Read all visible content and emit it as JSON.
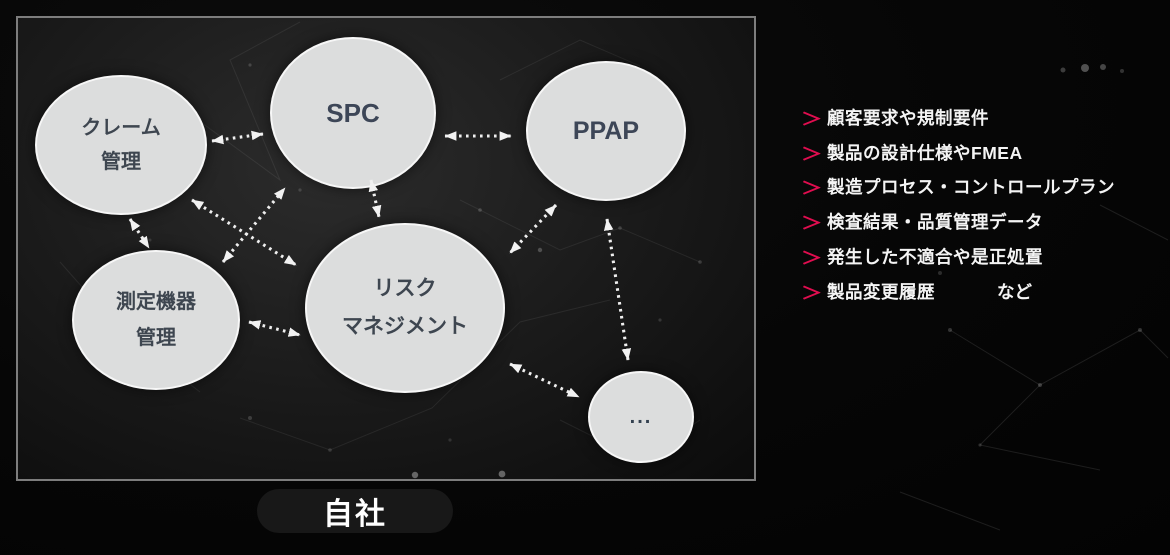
{
  "diagram": {
    "boundary_label": "自社",
    "nodes": [
      {
        "id": "claim",
        "label": "クレーム\n管理"
      },
      {
        "id": "spc",
        "label": "SPC"
      },
      {
        "id": "ppap",
        "label": "PPAP"
      },
      {
        "id": "risk",
        "label": "リスク\nマネジメント"
      },
      {
        "id": "measure",
        "label": "測定機器\n管理"
      },
      {
        "id": "etc",
        "label": "..."
      }
    ],
    "connections": [
      [
        "クレーム管理",
        "SPC"
      ],
      [
        "SPC",
        "PPAP"
      ],
      [
        "クレーム管理",
        "測定機器管理"
      ],
      [
        "クレーム管理",
        "リスクマネジメント"
      ],
      [
        "測定機器管理",
        "SPC"
      ],
      [
        "SPC",
        "リスクマネジメント"
      ],
      [
        "PPAP",
        "リスクマネジメント"
      ],
      [
        "PPAP",
        "..."
      ],
      [
        "リスクマネジメント",
        "..."
      ],
      [
        "測定機器管理",
        "リスクマネジメント"
      ]
    ],
    "connection_style": "dotted-double-arrow"
  },
  "panel": {
    "chevron_glyph": "＞",
    "items": [
      "顧客要求や規制要件",
      "製品の設計仕様やFMEA",
      "製造プロセス・コントロールプラン",
      "検査結果・品質管理データ",
      "発生した不適合や是正処置",
      "製品変更履歴"
    ],
    "etc_suffix": "など"
  },
  "colors": {
    "accent_chevron": "#e00d4f",
    "ellipse_fill": "#dcdddd",
    "node_text": "#3e4650",
    "arrow": "#efefef",
    "background": "#060606",
    "frame_border": "#7d7d7d"
  }
}
